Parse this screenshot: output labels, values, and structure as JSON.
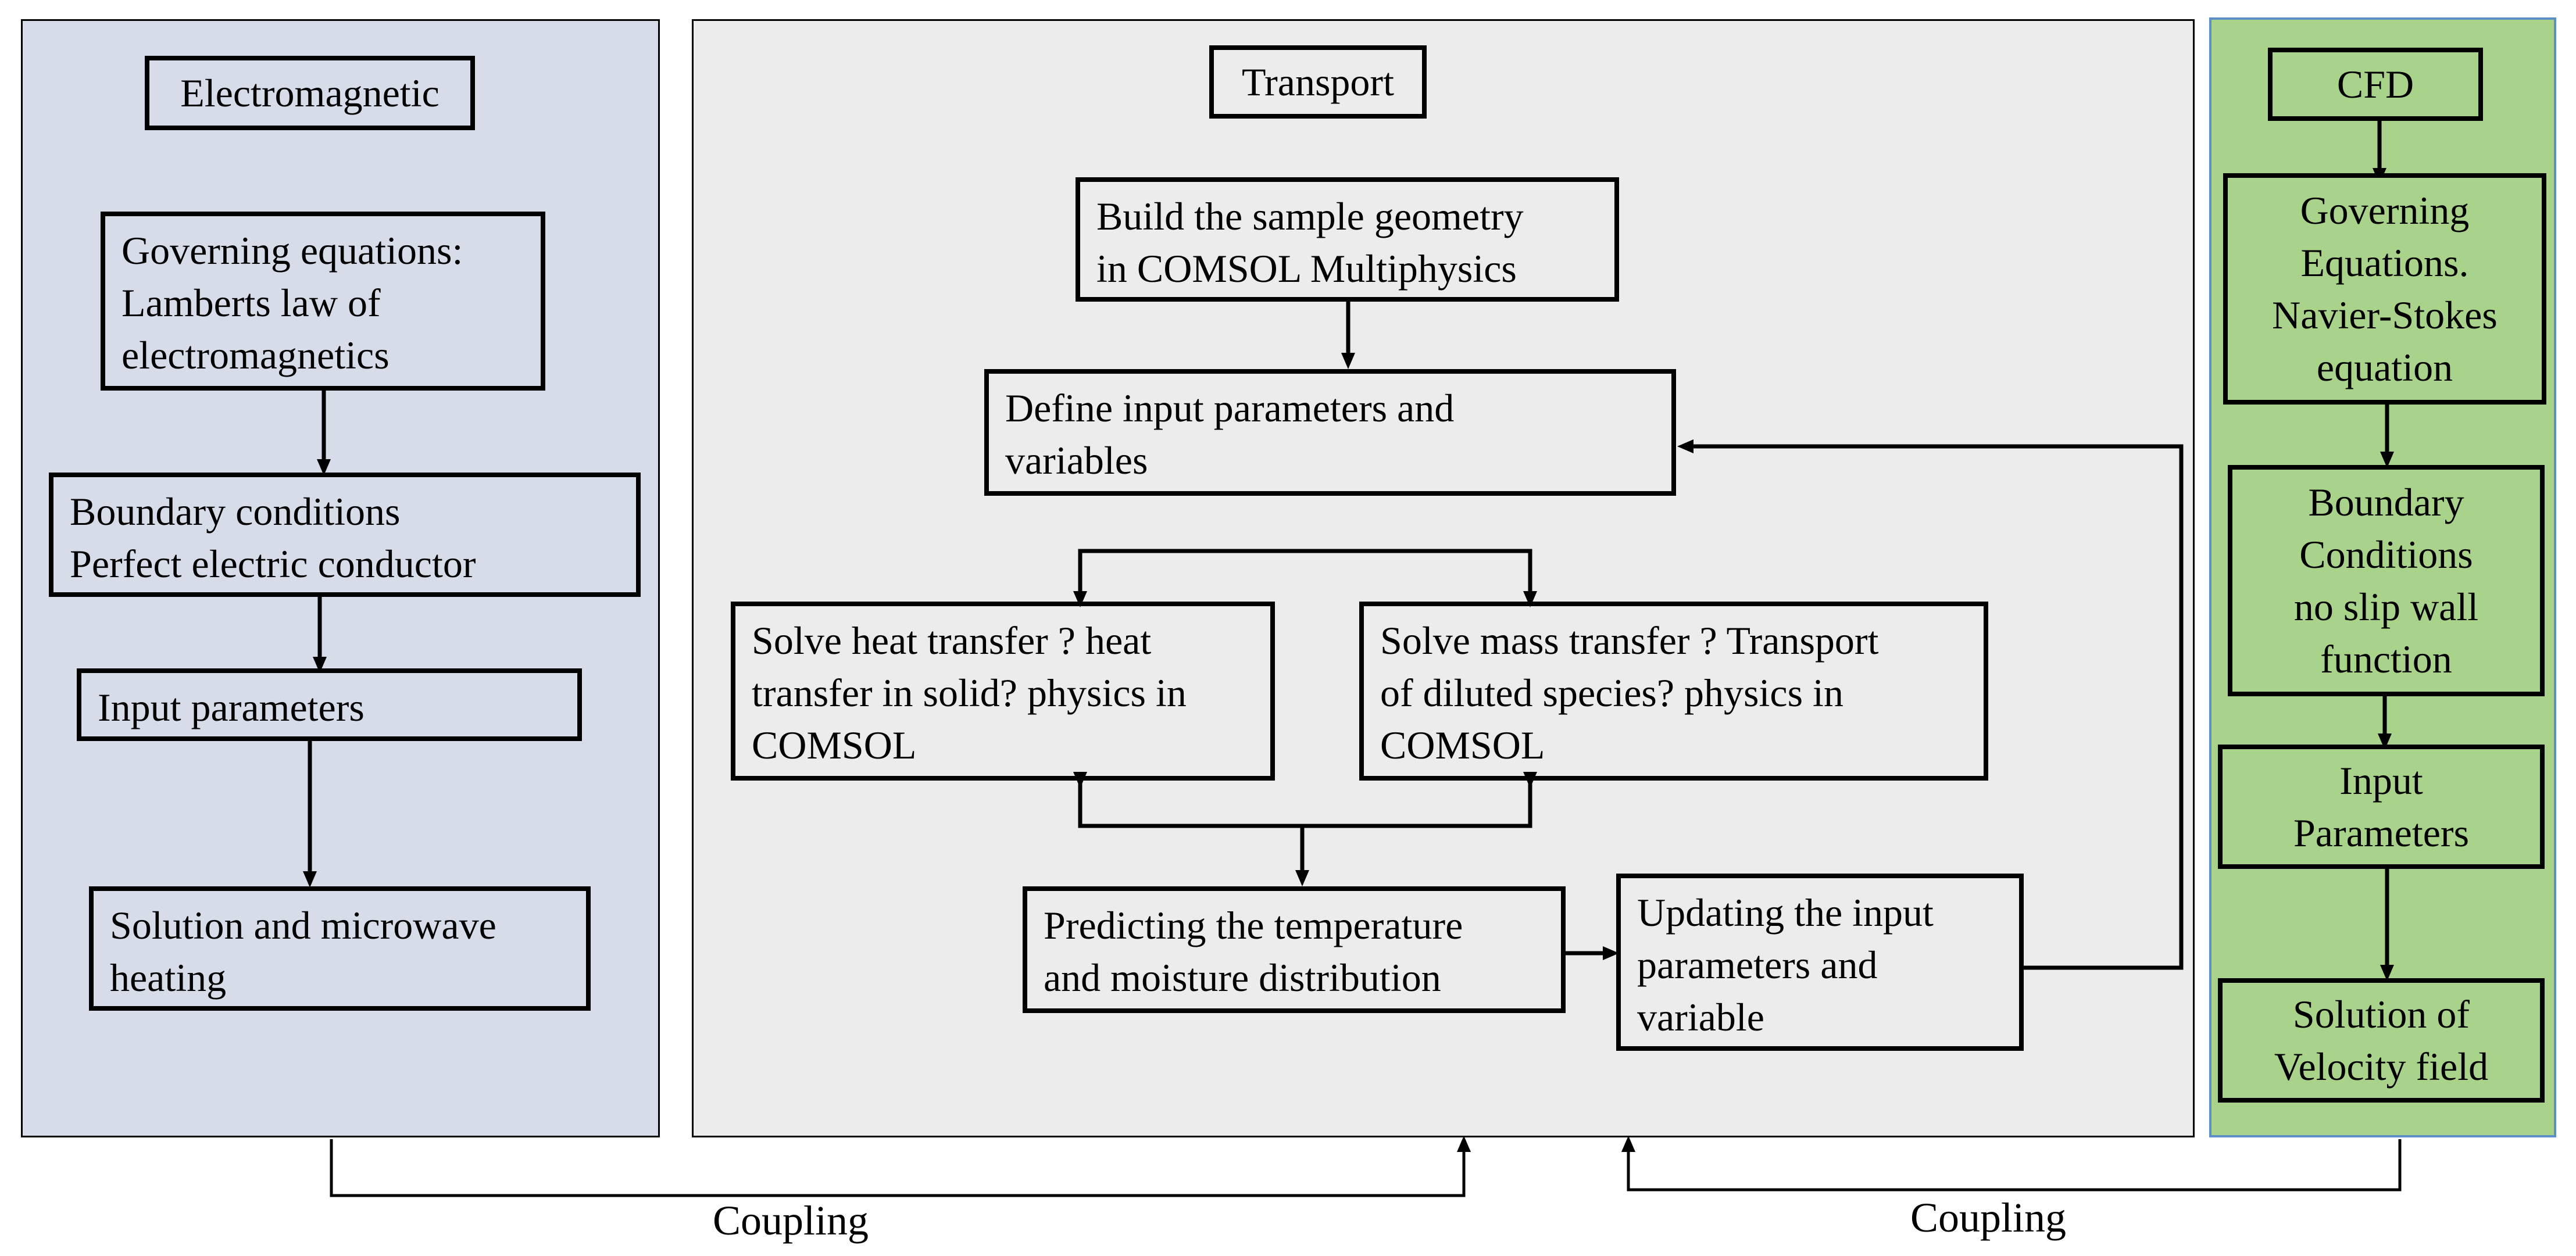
{
  "colors": {
    "electromagnetic_panel": "#d6dde8",
    "transport_panel": "#ececec",
    "cfd_panel": "#a9d38b",
    "cfd_box": "#a9d38b",
    "cfd_border": "#5b8fc6",
    "line": "#000000"
  },
  "electromagnetic": {
    "title": "Electromagnetic",
    "governing": "Governing equations:\nLamberts law of\nelectromagnetics",
    "boundary": "Boundary conditions\nPerfect  electric conductor",
    "input": "Input parameters",
    "solution": "Solution and microwave\nheating"
  },
  "transport": {
    "title": "Transport",
    "build": "Build the sample geometry\nin COMSOL Multiphysics",
    "define": "Define input parameters and\nvariables",
    "heat": "Solve heat transfer ? heat\ntransfer in solid? physics in\nCOMSOL",
    "mass": "Solve mass transfer ? Transport\nof diluted species? physics in\nCOMSOL",
    "predict": "Predicting the temperature\nand moisture distribution",
    "update": "Updating the input\nparameters and\nvariable"
  },
  "cfd": {
    "title": "CFD",
    "governing": "Governing\nEquations.\nNavier-Stokes\nequation",
    "boundary": "Boundary\nConditions\nno slip wall\nfunction",
    "input": "Input\nParameters",
    "solution": "Solution of\nVelocity field"
  },
  "coupling": {
    "left_label": "Coupling",
    "right_label": "Coupling"
  }
}
